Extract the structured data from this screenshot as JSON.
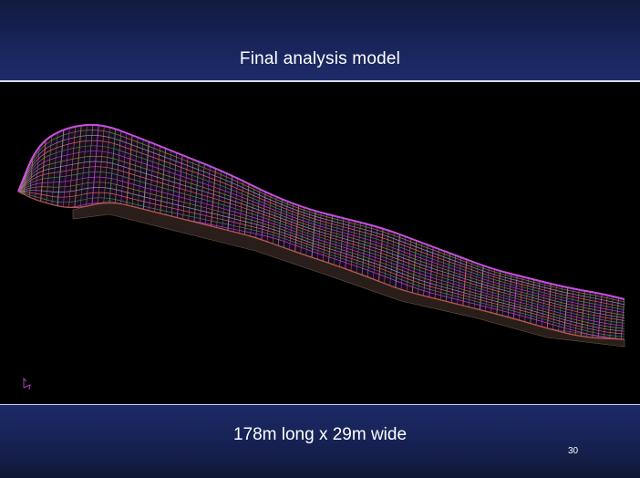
{
  "slide": {
    "title": "Final analysis model",
    "caption": "178m long x 29m wide",
    "page_number": "30"
  },
  "model": {
    "mesh_colors": [
      "#c040d0",
      "#e06a5a",
      "#8a8a3a",
      "#4a8a5a",
      "#9a9aa8"
    ],
    "axis_triad_icon": "axis-triad-icon"
  },
  "theme": {
    "header_bg": "#19245a",
    "footer_bg": "#172255",
    "canvas_bg": "#000000"
  }
}
